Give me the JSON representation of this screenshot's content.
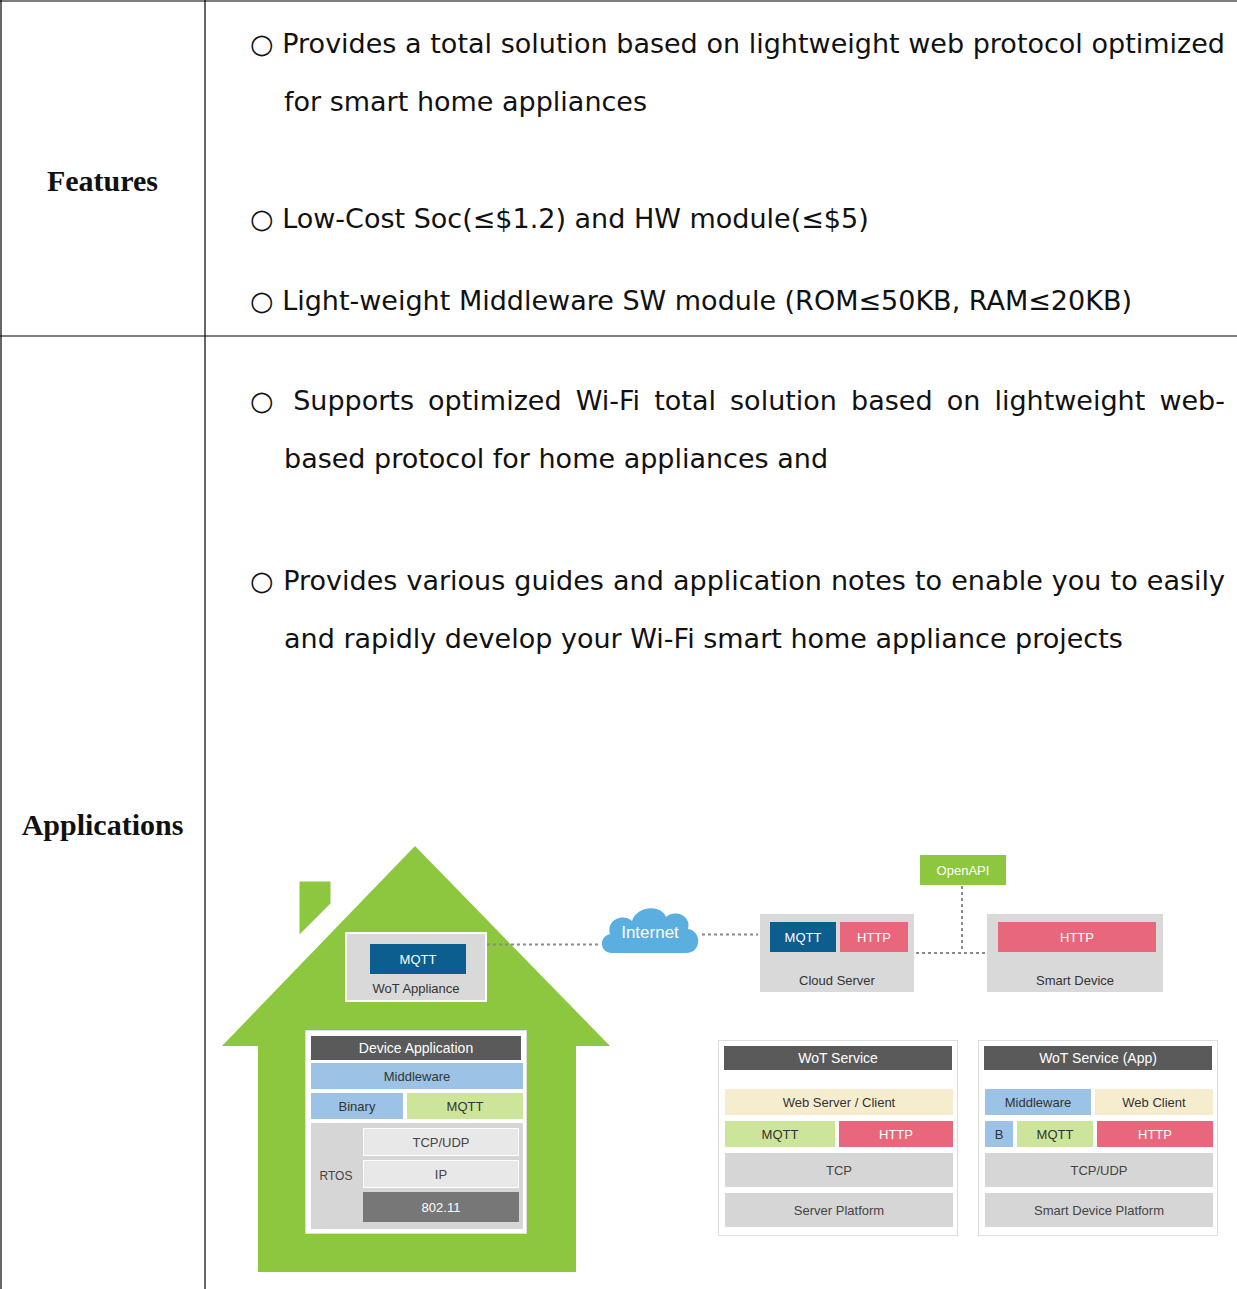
{
  "diagram": {
    "nodes": [
      {
        "text": [
          "WoT Appliance"
        ]
      },
      {
        "text": [
          "MQTT"
        ],
        "in": 0
      },
      {
        "text": [
          "Device Application"
        ]
      },
      {
        "text": [
          "Middleware"
        ],
        "in": 2
      },
      {
        "text": [
          "Binary"
        ],
        "in": 2
      },
      {
        "text": [
          "MQTT"
        ],
        "in": 2
      },
      {
        "text": [
          "RTOS"
        ],
        "in": 2
      },
      {
        "text": [
          "TCP/UDP"
        ],
        "in": 6
      },
      {
        "text": [
          "IP"
        ],
        "in": 6
      },
      {
        "text": [
          "802.11"
        ],
        "in": 6
      },
      {
        "text": [
          "Internet"
        ]
      },
      {
        "text": [
          "OpenAPI"
        ]
      },
      {
        "text": [
          "Cloud Server"
        ]
      },
      {
        "text": [
          "MQTT"
        ],
        "in": 12
      },
      {
        "text": [
          "HTTP"
        ],
        "in": 12
      },
      {
        "text": [
          "Smart Device"
        ]
      },
      {
        "text": [
          "HTTP"
        ],
        "in": 15
      },
      {
        "text": [
          "WoT Service"
        ]
      },
      {
        "text": [
          "Web Server / Client"
        ],
        "in": 17
      },
      {
        "text": [
          "MQTT"
        ],
        "in": 17
      },
      {
        "text": [
          "HTTP"
        ],
        "in": 17
      },
      {
        "text": [
          "TCP"
        ],
        "in": 17
      },
      {
        "text": [
          "Server Platform"
        ],
        "in": 17
      },
      {
        "text": [
          "WoT Service (App)"
        ]
      },
      {
        "text": [
          "Middleware"
        ],
        "in": 23
      },
      {
        "text": [
          "Web Client"
        ],
        "in": 23
      },
      {
        "text": [
          "B"
        ],
        "in": 23
      },
      {
        "text": [
          "MQTT"
        ],
        "in": 23
      },
      {
        "text": [
          "HTTP"
        ],
        "in": 23
      },
      {
        "text": [
          "TCP/UDP"
        ],
        "in": 23
      },
      {
        "text": [
          "Smart Device Platform"
        ],
        "in": 23
      }
    ],
    "edges": [
      {
        "from": 0,
        "to": 10,
        "arrow": "none"
      },
      {
        "from": 10,
        "to": 12,
        "arrow": "none"
      },
      {
        "from": 12,
        "to": 15,
        "arrow": "none"
      }
    ],
    "labels": [
      "Features",
      "○ Provides a total solution based on lightweight web protocol optimized for smart home appliances",
      "○ Low-Cost Soc(≤$1.2) and HW module(≤$5)",
      "○ Light-weight Middleware SW module (ROM≤50KB, RAM≤20KB)",
      "Applications",
      "○ Supports optimized Wi-Fi total solution based on lightweight web-based protocol for home appliances and",
      "○ Provides various guides and application notes to enable you to easily and rapidly develop your Wi-Fi smart home appliance projects"
    ]
  }
}
